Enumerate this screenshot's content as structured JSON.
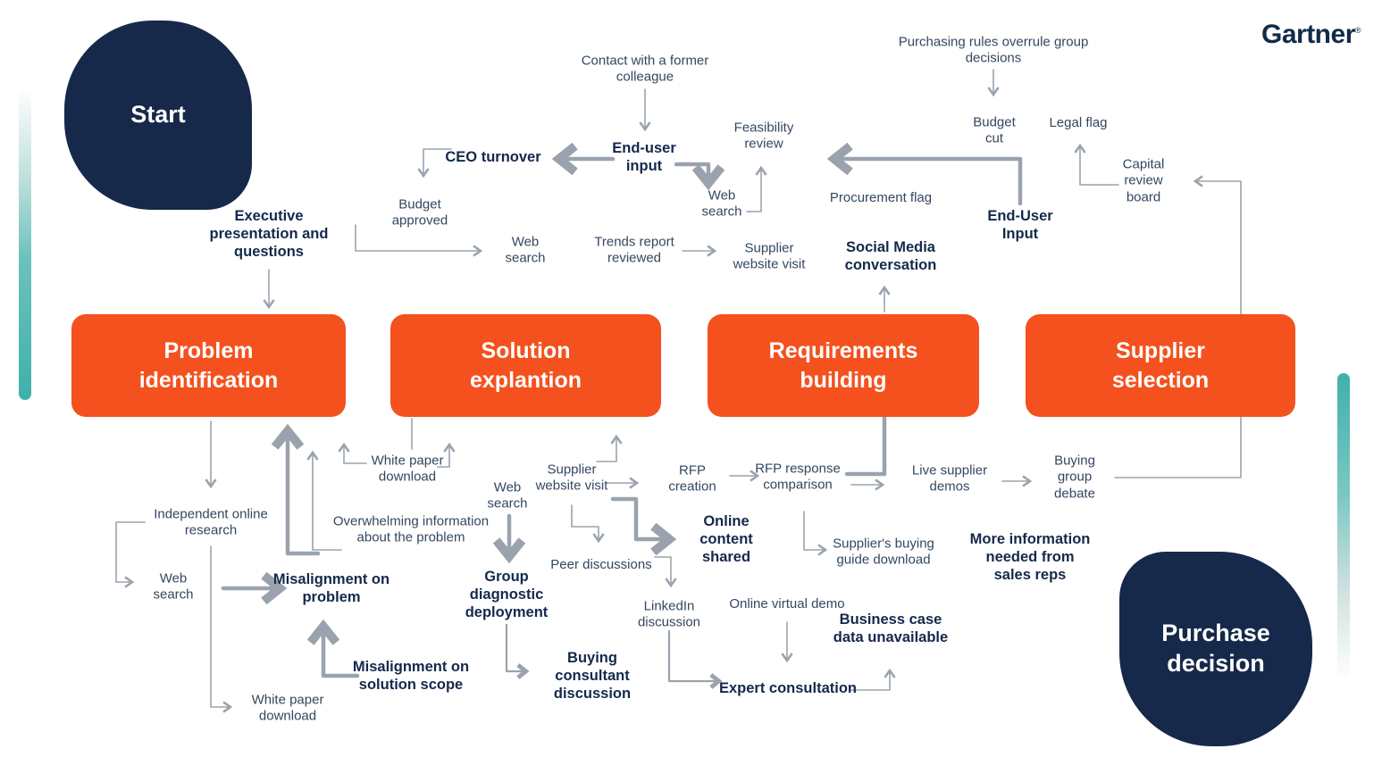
{
  "logo": {
    "text": "Gartner",
    "registered": "®"
  },
  "terminals": {
    "start": "Start",
    "end": "Purchase decision"
  },
  "stages": {
    "problem_identification": "Problem identification",
    "solution_explantion": "Solution explantion",
    "requirements_building": "Requirements building",
    "supplier_selection": "Supplier selection"
  },
  "labels": {
    "contact_former_colleague": "Contact with a former colleague",
    "ceo_turnover": "CEO turnover",
    "end_user_input_top": "End-user input",
    "feasibility_review": "Feasibility review",
    "budget_approved": "Budget approved",
    "web_search_top_right": "Web search",
    "web_search_mid": "Web search",
    "trends_report_reviewed": "Trends report reviewed",
    "supplier_website_visit_top": "Supplier website visit",
    "purchasing_rules": "Purchasing rules overrule group decisions",
    "budget_cut": "Budget cut",
    "legal_flag": "Legal flag",
    "procurement_flag": "Procurement flag",
    "end_user_input_right": "End-User Input",
    "social_media_conversation": "Social Media conversation",
    "capital_review_board": "Capital review board",
    "executive_presentation": "Executive presentation and questions",
    "white_paper_download_top": "White paper download",
    "web_search_center": "Web search",
    "supplier_website_visit_mid": "Supplier website visit",
    "overwhelming_information": "Overwhelming information about the problem",
    "independent_online_research": "Independent online research",
    "web_search_left": "Web search",
    "misalignment_on_problem": "Misalignment on problem",
    "misalignment_on_solution_scope": "Misalignment on solution scope",
    "white_paper_download_bottom": "White paper download",
    "group_diagnostic_deployment": "Group diagnostic deployment",
    "peer_discussions": "Peer discussions",
    "linkedin_discussion": "LinkedIn discussion",
    "buying_consultant_discussion": "Buying consultant discussion",
    "rfp_creation": "RFP creation",
    "online_content_shared": "Online content shared",
    "rfp_response_comparison": "RFP response comparison",
    "suppliers_buying_guide_download": "Supplier's buying guide download",
    "online_virtual_demo": "Online virtual demo",
    "business_case_data_unavailable": "Business case data unavailable",
    "expert_consultation": "Expert consultation",
    "live_supplier_demos": "Live supplier demos",
    "buying_group_debate": "Buying group debate",
    "more_information_needed": "More information needed from sales reps"
  },
  "colors": {
    "stage_orange": "#f4511e",
    "navy": "#16294a",
    "label_text": "#33475f",
    "bold_label_text": "#14294b",
    "arrow_gray": "#9aa3ad",
    "teal": "#3fb0ab"
  }
}
